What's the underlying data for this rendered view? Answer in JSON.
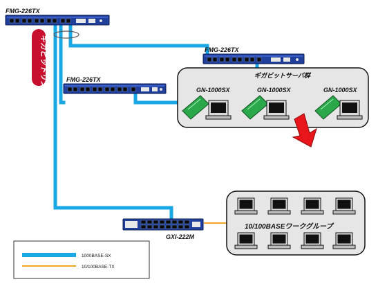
{
  "colors": {
    "fiber": "#1aa7e6",
    "copper": "#f0a81e",
    "switch_body": "#1f3f9a",
    "ring_tag": "#c8102e",
    "card_green": "#2aa84a",
    "arrow": "#e8161a",
    "group_bg": "#e6e6e6"
  },
  "switches": {
    "top": "FMG-226TX",
    "upper_right": "FMG-226TX",
    "middle": "FMG-226TX",
    "bottom": "GXI-222M"
  },
  "ring_label": "ギガビットリング",
  "server_group": {
    "title": "ギガビットサーバ群",
    "servers": [
      "GN-1000SX",
      "GN-1000SX",
      "GN-1000SX"
    ]
  },
  "workgroup": {
    "title": "10/100BASEワークグループ"
  },
  "legend": {
    "fiber_label": "1000BASE-SX",
    "copper_label": "10/100BASE-TX"
  },
  "icons": {
    "switch": "network-switch-icon",
    "nic": "network-card-icon",
    "pc": "desktop-computer-icon",
    "arrow": "down-arrow-icon"
  }
}
